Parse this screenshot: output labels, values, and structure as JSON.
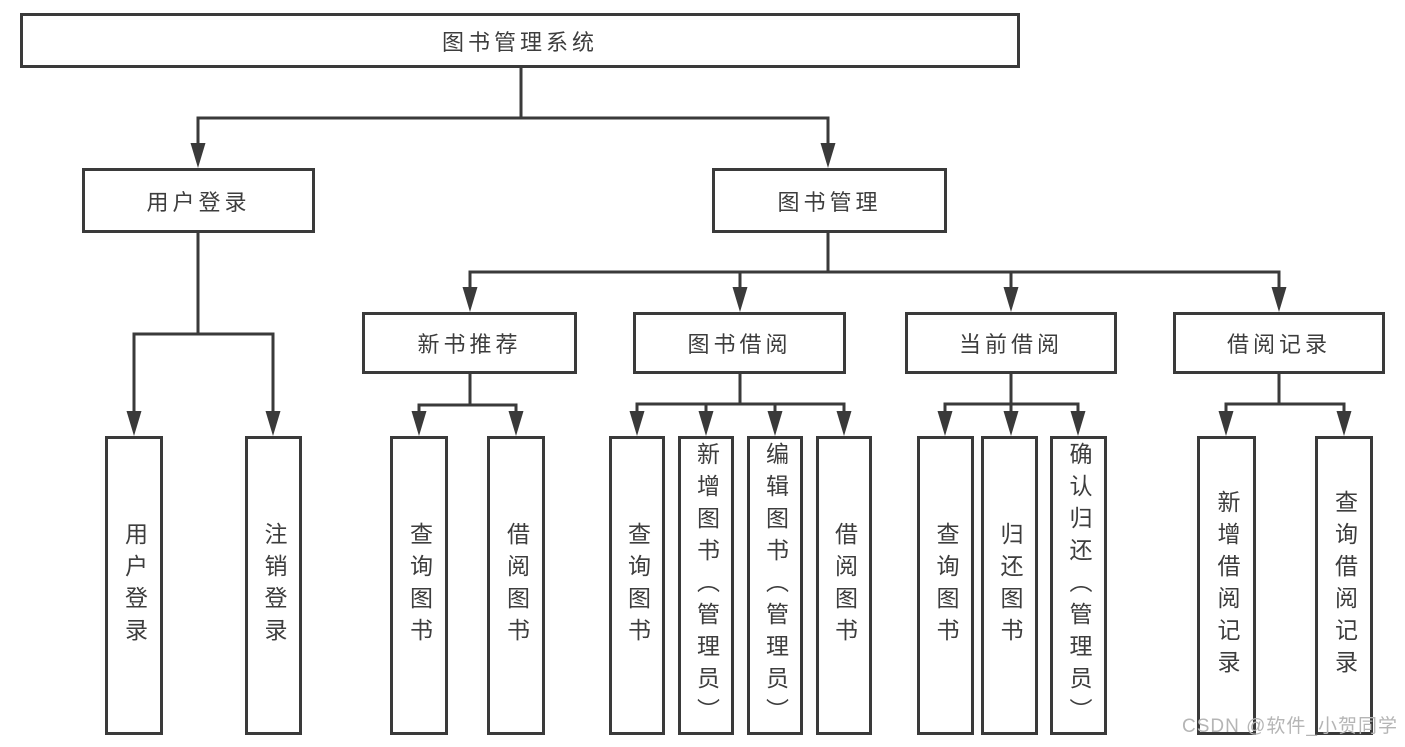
{
  "diagram": {
    "root": {
      "label": "图书管理系统"
    },
    "branches": [
      {
        "label": "用户登录",
        "children": [
          {
            "label": "用户登录"
          },
          {
            "label": "注销登录"
          }
        ]
      },
      {
        "label": "图书管理",
        "children": [
          {
            "label": "新书推荐",
            "children": [
              {
                "label": "查询图书"
              },
              {
                "label": "借阅图书"
              }
            ]
          },
          {
            "label": "图书借阅",
            "children": [
              {
                "label": "查询图书"
              },
              {
                "label": "新增图书（管理员）"
              },
              {
                "label": "编辑图书（管理员）"
              },
              {
                "label": "借阅图书"
              }
            ]
          },
          {
            "label": "当前借阅",
            "children": [
              {
                "label": "查询图书"
              },
              {
                "label": "归还图书"
              },
              {
                "label": "确认归还（管理员）"
              }
            ]
          },
          {
            "label": "借阅记录",
            "children": [
              {
                "label": "新增借阅记录"
              },
              {
                "label": "查询借阅记录"
              }
            ]
          }
        ]
      }
    ]
  },
  "watermark": {
    "text": "CSDN @软件_小贺同学"
  },
  "colors": {
    "line": "#3a3a3a",
    "text": "#3d3d3d",
    "box_fill": "#ffffff",
    "watermark": "#b5b5b5"
  }
}
